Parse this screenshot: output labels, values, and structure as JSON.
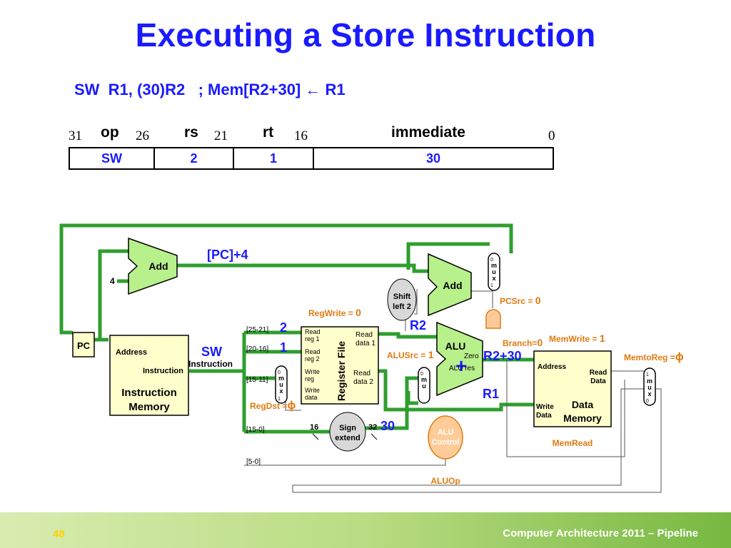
{
  "slide": {
    "title": "Executing a Store Instruction",
    "subtitle_pre": "SW  R1, (30)R2   ; Mem[R2+30] ",
    "subtitle_arrow": "←",
    "subtitle_post": " R1",
    "page_number": "48",
    "footer": "Computer Architecture 2011 – Pipeline"
  },
  "instruction_format": {
    "fields": [
      {
        "name": "op",
        "value": "SW"
      },
      {
        "name": "rs",
        "value": "2"
      },
      {
        "name": "rt",
        "value": "1"
      },
      {
        "name": "immediate",
        "value": "30"
      }
    ],
    "bit_numbers": [
      "31",
      "26",
      "21",
      "16",
      "0"
    ]
  },
  "datapath": {
    "pc": "PC",
    "four": "4",
    "add1": "Add",
    "add2": "Add",
    "pc_plus_4": "[PC]+4",
    "shift_left_2": [
      "Shift",
      "left 2"
    ],
    "mux_label": [
      "0",
      "m",
      "u",
      "x",
      "1"
    ],
    "mux_memtoreg": [
      "1",
      "m",
      "u",
      "x",
      "0"
    ],
    "pcsrc": "PCSrc = ",
    "pcsrc_val": "0",
    "branch": "Branch=",
    "branch_val": "0",
    "memwrite": "MemWrite = ",
    "memwrite_val": "1",
    "memtoreg": "MemtoReg =",
    "phi": "ϕ",
    "regwrite": "RegWrite = ",
    "regwrite_val": "0",
    "alusrc": "ALUSrc = ",
    "alusrc_val": "1",
    "regdst": "RegDst =",
    "instr_mem": {
      "address": "Address",
      "instruction": "Instruction",
      "name1": "Instruction",
      "name2": "Memory"
    },
    "sw_label": "SW",
    "instruction_label": "Instruction",
    "bits_25_21": "[25-21]",
    "bits_20_16": "[20-16]",
    "bits_15_11": "[15-11]",
    "bits_15_0": "[15-0]",
    "bits_5_0": "[5-0]",
    "val_2": "2",
    "val_1": "1",
    "reg_file": {
      "read_reg1": [
        "Read",
        "reg 1"
      ],
      "read_reg2": [
        "Read",
        "reg 2"
      ],
      "write_reg": [
        "Write",
        "reg"
      ],
      "write_data": [
        "Write",
        "data"
      ],
      "read_data1": [
        "Read",
        "data 1"
      ],
      "read_data2": [
        "Read",
        "data 2"
      ],
      "name": "Register File"
    },
    "r2": "R2",
    "r1": "R1",
    "alu": "ALU",
    "plus": "+",
    "zero": "Zero",
    "alu_res": "ALU res",
    "r2_plus_30": "R2+30",
    "sign_extend": [
      "Sign",
      "extend"
    ],
    "bits16": "16",
    "bits32": "32",
    "thirty": "30",
    "alu_control": [
      "ALU",
      "Control"
    ],
    "aluop": "ALUOp",
    "data_mem": {
      "address": "Address",
      "read_data": [
        "Read",
        "Data"
      ],
      "write_data": [
        "Write",
        "Data"
      ],
      "name1": "Data",
      "name2": "Memory"
    },
    "memread": "MemRead"
  },
  "colors": {
    "title": "#1a1aff",
    "wire": "#2e9e2e",
    "block_fill": "#ffffcc",
    "alu_fill": "#b8f08c",
    "orange": "#e07a10",
    "gray_fill": "#d8d8d8"
  }
}
